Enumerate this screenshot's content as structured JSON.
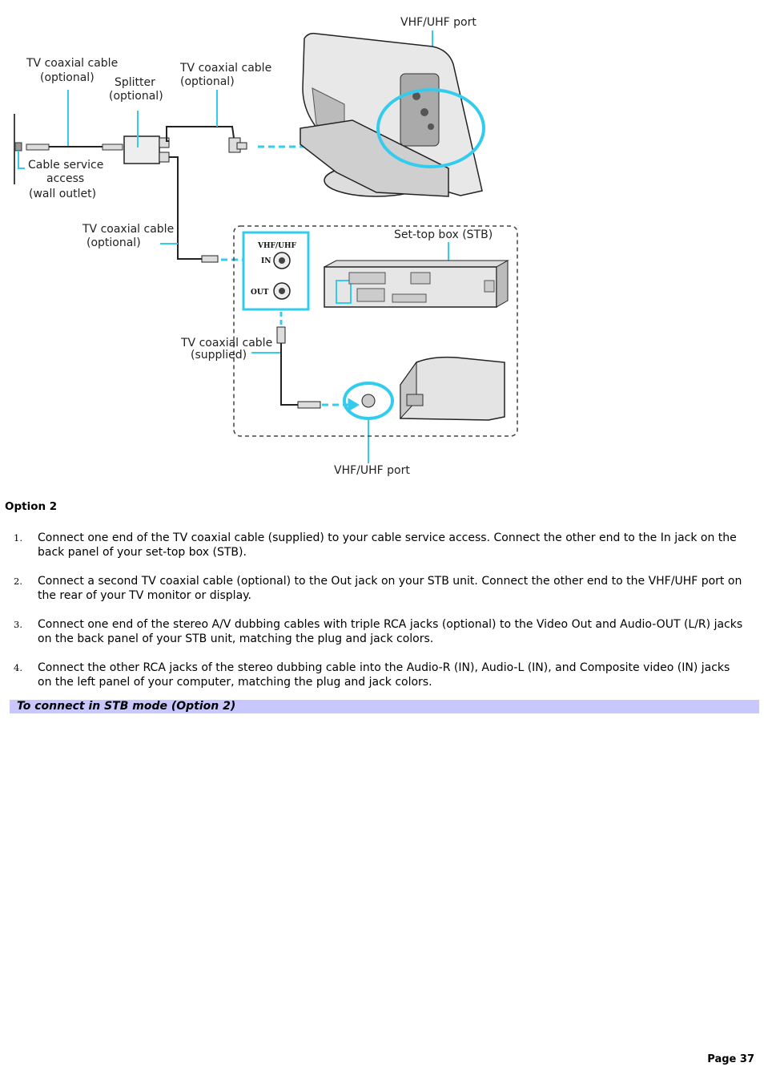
{
  "diagram": {
    "labels": {
      "tv_coaxial_cable_1": [
        "TV coaxial cable",
        "(optional)"
      ],
      "splitter": [
        "Splitter",
        "(optional)"
      ],
      "tv_coaxial_cable_2": [
        "TV coaxial cable",
        "(optional)"
      ],
      "vhf_uhf_port_top": "VHF/UHF port",
      "cable_service_access": [
        "Cable service",
        "access",
        "(wall outlet)"
      ],
      "tv_coaxial_cable_3": [
        "TV coaxial cable",
        "(optional)"
      ],
      "set_top_box": "Set-top box (STB)",
      "vhf_uhf_jack": "VHF/UHF",
      "in_jack": "IN",
      "out_jack": "OUT",
      "tv_coaxial_cable_supplied": [
        "TV coaxial cable",
        "(supplied)"
      ],
      "vhf_uhf_port_bottom": "VHF/UHF port"
    },
    "accent_color": "#33ccee"
  },
  "section_title": "Option 2",
  "steps": [
    {
      "number": "1.",
      "text": "Connect one end of the TV coaxial cable (supplied) to your cable service access. Connect the other end to the In jack on the back panel of your set-top box (STB)."
    },
    {
      "number": "2.",
      "text": "Connect a second TV coaxial cable (optional) to the Out jack on your STB unit. Connect the other end to the VHF/UHF port on the rear of your TV monitor or display."
    },
    {
      "number": "3.",
      "text": "Connect one end of the stereo A/V dubbing cables with triple RCA jacks (optional) to the Video Out and Audio-OUT (L/R) jacks on the back panel of your STB unit, matching the plug and jack colors."
    },
    {
      "number": "4.",
      "text": "Connect the other RCA jacks of the stereo dubbing cable into the Audio-R (IN), Audio-L (IN), and Composite video (IN) jacks on the left panel of your computer, matching the plug and jack colors."
    }
  ],
  "banner": "To connect in STB mode (Option 2)",
  "page_number": "Page 37"
}
